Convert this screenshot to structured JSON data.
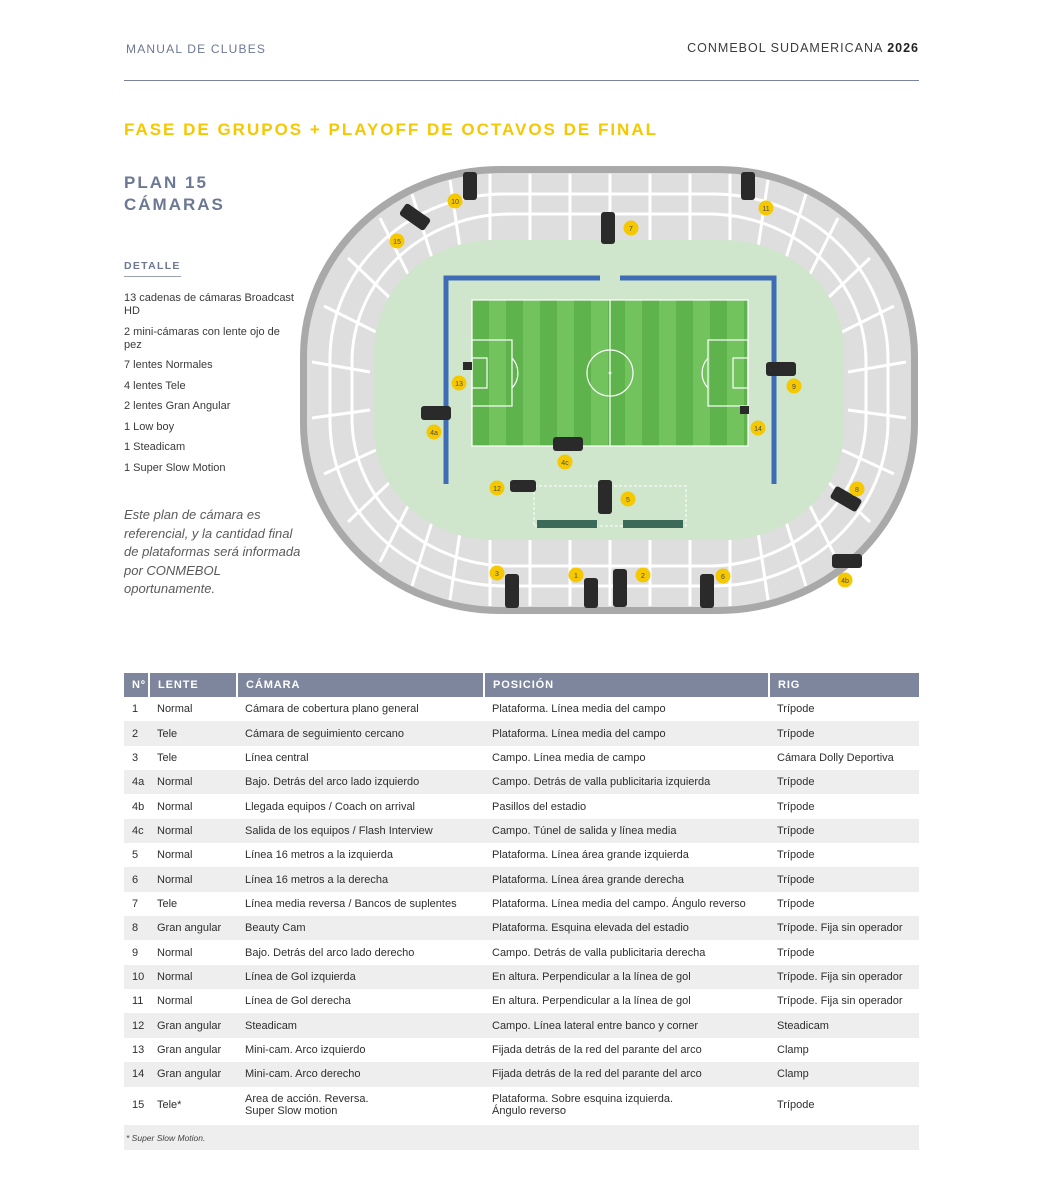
{
  "header": {
    "left": "MANUAL DE CLUBES",
    "right_prefix": "CONMEBOL SUDAMERICANA",
    "right_year": "2026"
  },
  "section_title": "FASE DE GRUPOS + PLAYOFF DE OCTAVOS DE FINAL",
  "plan": {
    "title_line1": "PLAN 15",
    "title_line2": "CÁMARAS",
    "detail_label": "DETALLE",
    "details": [
      "13 cadenas de cámaras Broadcast HD",
      "2 mini-cámaras con lente ojo de pez",
      "7 lentes Normales",
      "4 lentes Tele",
      "2 lentes Gran Angular",
      "1 Low boy",
      "1 Steadicam",
      "1 Super Slow Motion"
    ],
    "note": "Este plan de cámara es referencial, y la cantidad final de plataformas será informada por CONMEBOL oportunamente."
  },
  "map": {
    "badges": [
      "10",
      "11",
      "7",
      "15",
      "13",
      "9",
      "4a",
      "14",
      "4c",
      "12",
      "5",
      "8",
      "3",
      "1",
      "2",
      "6",
      "4b"
    ],
    "colors": {
      "stand_outer": "#d7d7d7",
      "stand_lines": "#ffffff",
      "apron": "#cfe6cc",
      "pitch_dark": "#5fb34c",
      "pitch_light": "#72c25e",
      "ads_board": "#3f6db5",
      "badge": "#f5c800",
      "camera": "#2a2a2a"
    }
  },
  "table": {
    "headers": [
      "Nº",
      "LENTE",
      "CÁMARA",
      "POSICIÓN",
      "RIG"
    ],
    "rows": [
      [
        "1",
        "Normal",
        "Cámara de cobertura plano general",
        "Plataforma. Línea media del campo",
        "Trípode"
      ],
      [
        "2",
        "Tele",
        "Cámara de seguimiento cercano",
        "Plataforma. Línea media del campo",
        "Trípode"
      ],
      [
        "3",
        "Tele",
        "Línea central",
        "Campo. Línea media de campo",
        "Cámara Dolly Deportiva"
      ],
      [
        "4a",
        "Normal",
        "Bajo. Detrás del arco lado izquierdo",
        "Campo. Detrás de valla publicitaria izquierda",
        "Trípode"
      ],
      [
        "4b",
        "Normal",
        "Llegada equipos / Coach on arrival",
        "Pasillos del estadio",
        "Trípode"
      ],
      [
        "4c",
        "Normal",
        "Salida de los equipos / Flash Interview",
        "Campo. Túnel de salida y línea media",
        "Trípode"
      ],
      [
        "5",
        "Normal",
        "Línea 16 metros a la izquierda",
        "Plataforma. Línea área grande izquierda",
        "Trípode"
      ],
      [
        "6",
        "Normal",
        "Línea 16 metros a la derecha",
        "Plataforma. Línea área grande derecha",
        "Trípode"
      ],
      [
        "7",
        "Tele",
        "Línea media reversa / Bancos de suplentes",
        "Plataforma. Línea media del campo. Ángulo reverso",
        "Trípode"
      ],
      [
        "8",
        "Gran angular",
        "Beauty Cam",
        "Plataforma. Esquina elevada del estadio",
        "Trípode. Fija sin operador"
      ],
      [
        "9",
        "Normal",
        "Bajo. Detrás del arco lado derecho",
        "Campo. Detrás de valla publicitaria derecha",
        "Trípode"
      ],
      [
        "10",
        "Normal",
        "Línea de Gol izquierda",
        "En altura. Perpendicular a la línea de gol",
        "Trípode. Fija sin operador"
      ],
      [
        "11",
        "Normal",
        "Línea de Gol derecha",
        "En altura. Perpendicular a la línea de gol",
        "Trípode. Fija sin operador"
      ],
      [
        "12",
        "Gran angular",
        "Steadicam",
        "Campo. Línea lateral entre banco y corner",
        "Steadicam"
      ],
      [
        "13",
        "Gran angular",
        "Mini-cam. Arco izquierdo",
        "Fijada detrás de la red del parante del arco",
        "Clamp"
      ],
      [
        "14",
        "Gran angular",
        "Mini-cam. Arco derecho",
        "Fijada detrás de la red del parante del arco",
        "Clamp"
      ]
    ],
    "last_row": {
      "n": "15",
      "lente": "Tele*",
      "camara_1": "Area de acción. Reversa.",
      "camara_2": "Super Slow motion",
      "posicion_1": "Plataforma. Sobre esquina izquierda.",
      "posicion_2": "Ángulo reverso",
      "rig": "Trípode"
    }
  },
  "footnote": "* Super Slow Motion."
}
